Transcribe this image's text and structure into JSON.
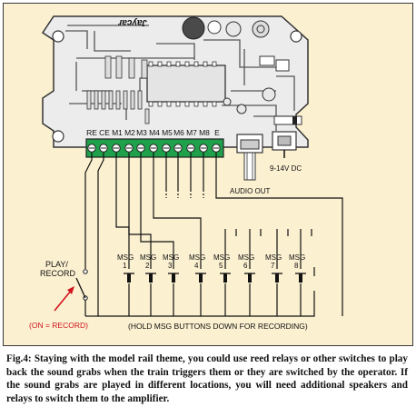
{
  "diagram": {
    "pcb_brand": "Jaycar",
    "terminal_labels": [
      "RE",
      "CE",
      "M1",
      "M2",
      "M3",
      "M4",
      "M5",
      "M6",
      "M7",
      "M8",
      "E"
    ],
    "power_label": "9-14V DC",
    "audio_label": "AUDIO OUT",
    "play_record_label": [
      "PLAY/",
      "RECORD"
    ],
    "on_record_note": "(ON = RECORD)",
    "msg_label": "MSG",
    "msg_buttons": [
      "1",
      "2",
      "3",
      "4",
      "5",
      "6",
      "7",
      "8"
    ],
    "hold_note": "(HOLD MSG BUTTONS DOWN FOR RECORDING)",
    "colors": {
      "background": "#fbf0d0",
      "pcb": "#eeeeee",
      "terminal_block": "#1fa04a",
      "note_red": "#d2141e",
      "wire": "#111111"
    }
  },
  "caption": {
    "figure_label": "Fig.4:",
    "text": "Staying with the model rail theme, you could use reed relays or other switches to play back the sound grabs when the train triggers them or they are switched by the operator. If the sound grabs are played in different locations, you will need additional speakers and relays to switch them to the amplifier."
  }
}
